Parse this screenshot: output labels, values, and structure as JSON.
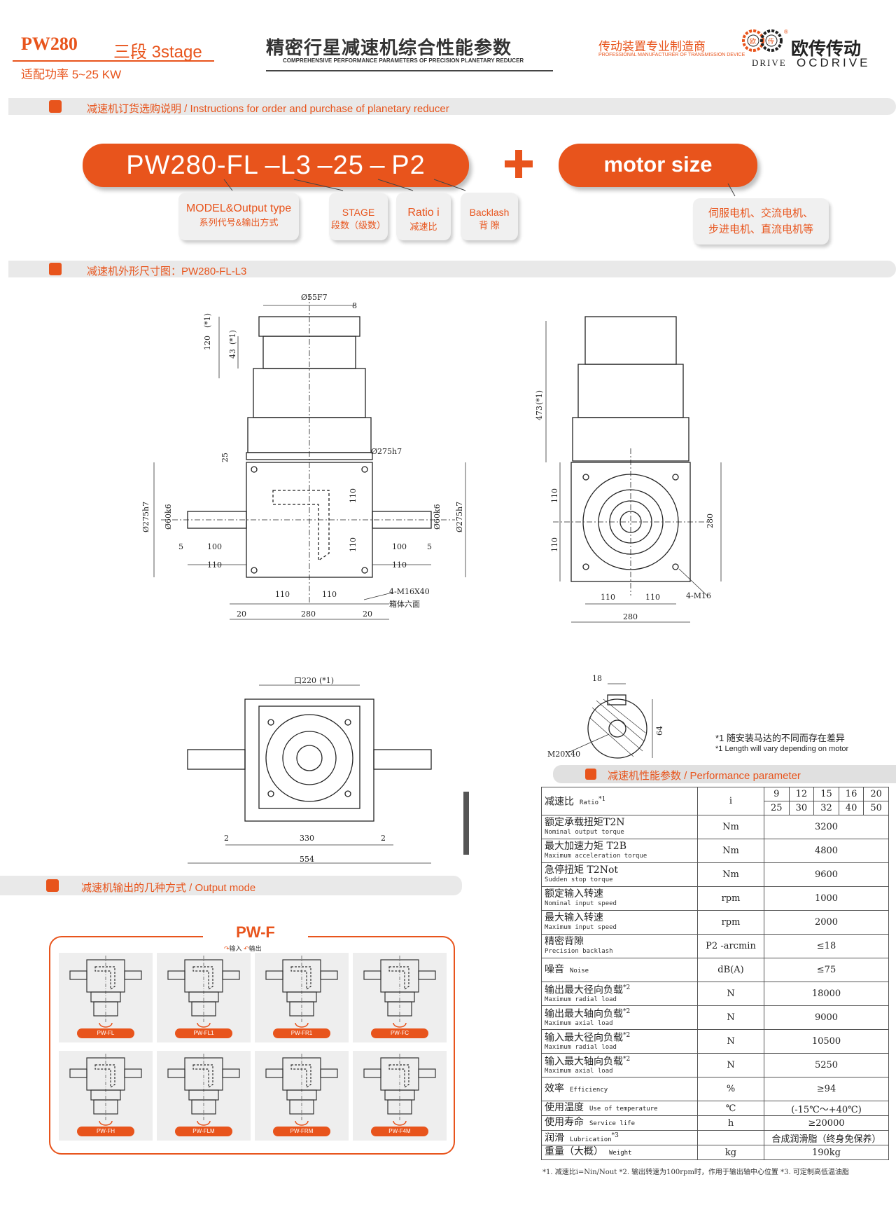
{
  "header": {
    "model": "PW280",
    "stage": "三段 3stage",
    "power": "适配功率 5~25 KW",
    "title": "精密行星减速机综合性能参数",
    "subtitle": "COMPREHENSIVE PERFORMANCE PARAMETERS OF PRECISION PLANETARY REDUCER",
    "slogan": "传动装置专业制造商",
    "slogan_en": "PROFESSIONAL MANUFACTURER OF TRANSMISSION DEVICE",
    "brand_cn": "欧传传动",
    "brand_en": "OCDRIVE",
    "logo_word": "DRIVE",
    "logo_chars": [
      "欧",
      "传"
    ],
    "registered": "®"
  },
  "sections": {
    "order": {
      "title_cn": "减速机订货选购说明",
      "title_en": "Instructions for order and purchase of planetary reducer",
      "sep": " / "
    },
    "outline": {
      "title": "减速机外形尺寸图：PW280-FL-L3"
    },
    "output": {
      "title_cn": "减速机输出的几种方式",
      "title_en": "Output mode",
      "sep": " / "
    },
    "performance": {
      "title_cn": "减速机性能参数",
      "title_en": "Performance parameter",
      "sep": " / "
    }
  },
  "order": {
    "code": "PW280-FL –L3 –25 – P2",
    "motor": "motor size",
    "tags": [
      {
        "a": "MODEL&Output type",
        "b": "系列代号&输出方式"
      },
      {
        "a": "STAGE",
        "b": "段数（级数）"
      },
      {
        "a": "Ratio i",
        "b": "减速比"
      },
      {
        "a": "Backlash",
        "b": "背  隙"
      }
    ],
    "motor_tag": {
      "a": "伺服电机、交流电机、",
      "b": "步进电机、直流电机等"
    }
  },
  "dims": {
    "d55": "Ø55F7",
    "d8": "8",
    "d120": "120",
    "d43": "43",
    "star": "(*1)",
    "d473": "473",
    "d25": "25",
    "d275": "Ø275h7",
    "d60": "Ø60k6",
    "d110": "110",
    "d100": "100",
    "d5": "5",
    "d280": "280",
    "d20": "20",
    "m16x40": "4-M16X40",
    "box_hex": "箱体六面",
    "m16": "4-M16",
    "sq220": "口220",
    "d330": "330",
    "d554": "554",
    "d2": "2",
    "d18": "18",
    "d64": "64",
    "m20": "M20X40"
  },
  "notes_star": [
    {
      "mark": "*1",
      "text": "随安装马达的不同而存在差异"
    },
    {
      "mark": "*1",
      "text": "Length will vary depending on motor"
    }
  ],
  "output_mode": {
    "title": "PW-F",
    "legend_in": "输入",
    "legend_out": "输出",
    "items": [
      "PW-FL",
      "PW-FL1",
      "PW-FR1",
      "PW-FC",
      "PW-FH",
      "PW-FLM",
      "PW-FRM",
      "PW-F4M"
    ]
  },
  "performance": {
    "ratio_label": "减速比",
    "ratio_en": "Ratio",
    "ratio_unit": "i",
    "ratio_top": [
      "9",
      "12",
      "15",
      "16",
      "20"
    ],
    "ratio_bottom": [
      "25",
      "30",
      "32",
      "40",
      "50"
    ],
    "rows": [
      {
        "cn": "额定承载扭矩T2N",
        "en": "Nominal output torque",
        "unit": "Nm",
        "val": "3200"
      },
      {
        "cn": "最大加速力矩 T2B",
        "en": "Maximum acceleration torque",
        "unit": "Nm",
        "val": "4800"
      },
      {
        "cn": "急停扭矩 T2Not",
        "en": "Sudden stop torque",
        "unit": "Nm",
        "val": "9600"
      },
      {
        "cn": "额定输入转速",
        "en": "Nominal input speed",
        "unit": "rpm",
        "val": "1000"
      },
      {
        "cn": "最大输入转速",
        "en": "Maximum input speed",
        "unit": "rpm",
        "val": "2000"
      },
      {
        "cn": "精密背隙",
        "en": "Precision backlash",
        "unit": "P2 -arcmin",
        "val": "≤18"
      },
      {
        "cn": "噪音",
        "en": "Noise",
        "unit": "dB(A)",
        "val": "≤75",
        "inline": true
      },
      {
        "cn": "输出最大径向负载",
        "en": "Maximum radial load",
        "unit": "N",
        "val": "18000",
        "sup": "*2"
      },
      {
        "cn": "输出最大轴向负载",
        "en": "Maximum axial load",
        "unit": "N",
        "val": "9000",
        "sup": "*2"
      },
      {
        "cn": "输入最大径向负载",
        "en": "Maximum radial load",
        "unit": "N",
        "val": "10500",
        "sup": "*2"
      },
      {
        "cn": "输入最大轴向负载",
        "en": "Maximum axial load",
        "unit": "N",
        "val": "5250",
        "sup": "*2"
      },
      {
        "cn": "效率",
        "en": "Efficiency",
        "unit": "%",
        "val": "≥94",
        "inline": true
      },
      {
        "cn": "使用温度",
        "en": "Use of temperature",
        "unit": "℃",
        "val": "(-15℃～+40℃)",
        "inline": true,
        "small": true
      },
      {
        "cn": "使用寿命",
        "en": "Service life",
        "unit": "h",
        "val": "≥20000",
        "inline": true,
        "small": true
      },
      {
        "cn": "润滑",
        "en": "Lubrication",
        "unit": "",
        "val": "合成润滑脂（终身免保养）",
        "inline": true,
        "small": true,
        "sup": "*3"
      },
      {
        "cn": "重量（大概）",
        "en": "Weight",
        "unit": "kg",
        "val": "190kg",
        "inline": true,
        "small": true
      }
    ],
    "footnote": "*1. 减速比i=Nin/Nout  *2. 输出转速为100rpm时，作用于输出轴中心位置    *3. 可定制高低温油脂"
  },
  "colors": {
    "accent": "#e8541c",
    "bar": "#e9e9e9"
  }
}
